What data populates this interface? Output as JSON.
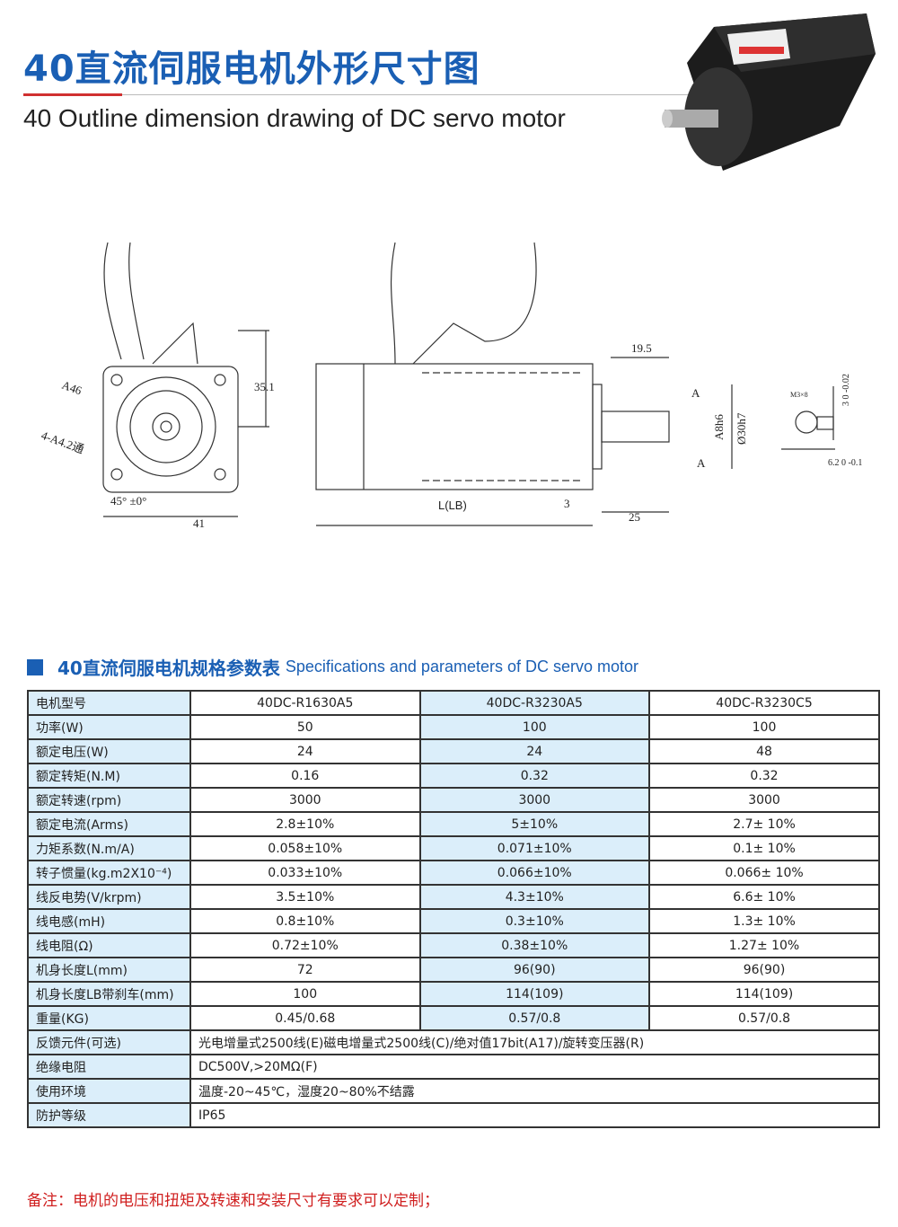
{
  "header": {
    "title_cn": "40直流伺服电机外形尺寸图",
    "title_en": "40 Outline dimension drawing of DC servo motor"
  },
  "drawing": {
    "front": {
      "a46": "A46",
      "holes": "4-A4.2通",
      "height": "35.1",
      "angle": "45° ±0°",
      "width": "41"
    },
    "side": {
      "length": "L(LB)",
      "step": "3",
      "shaft_len": "25",
      "key_len": "19.5",
      "shaft_dia": "A8h6",
      "flange_dia": "Ø30h7",
      "section_a": "A"
    },
    "section": {
      "thread": "M3×8",
      "key_w": "3",
      "key_w_tol_up": "0",
      "key_w_tol_low": "-0.02",
      "key_h": "6.2",
      "key_h_tol_up": "0",
      "key_h_tol_low": "-0.1"
    }
  },
  "specs": {
    "title_cn": "40直流伺服电机规格参数表",
    "title_en": "Specifications and parameters of DC servo motor",
    "rows": [
      [
        "电机型号",
        "40DC-R1630A5",
        "40DC-R3230A5",
        "40DC-R3230C5"
      ],
      [
        "功率(W)",
        "50",
        "100",
        "100"
      ],
      [
        "额定电压(W)",
        "24",
        "24",
        "48"
      ],
      [
        "额定转矩(N.M)",
        "0.16",
        "0.32",
        "0.32"
      ],
      [
        "额定转速(rpm)",
        "3000",
        "3000",
        "3000"
      ],
      [
        "额定电流(Arms)",
        "2.8±10%",
        "5±10%",
        "2.7± 10%"
      ],
      [
        "力矩系数(N.m/A)",
        "0.058±10%",
        "0.071±10%",
        "0.1± 10%"
      ],
      [
        "转子惯量(kg.m2X10⁻⁴)",
        "0.033±10%",
        "0.066±10%",
        "0.066± 10%"
      ],
      [
        "线反电势(V/krpm)",
        "3.5±10%",
        "4.3±10%",
        "6.6± 10%"
      ],
      [
        "线电感(mH)",
        "0.8±10%",
        "0.3±10%",
        "1.3± 10%"
      ],
      [
        "线电阻(Ω)",
        "0.72±10%",
        "0.38±10%",
        "1.27± 10%"
      ],
      [
        "机身长度L(mm)",
        "72",
        "96(90)",
        "96(90)"
      ],
      [
        "机身长度LB带刹车(mm)",
        "100",
        "114(109)",
        "114(109)"
      ],
      [
        "重量(KG)",
        "0.45/0.68",
        "0.57/0.8",
        "0.57/0.8"
      ]
    ],
    "wide_rows": [
      [
        "反馈元件(可选)",
        "光电增量式2500线(E)磁电增量式2500线(C)/绝对值17bit(A17)/旋转变压器(R)"
      ],
      [
        "绝缘电阻",
        "DC500V,>20MΩ(F)"
      ],
      [
        "使用环境",
        "温度-20~45℃，湿度20~80%不结露"
      ],
      [
        "防护等级",
        "IP65"
      ]
    ]
  },
  "note": "备注：电机的电压和扭矩及转速和安装尺寸有要求可以定制；"
}
